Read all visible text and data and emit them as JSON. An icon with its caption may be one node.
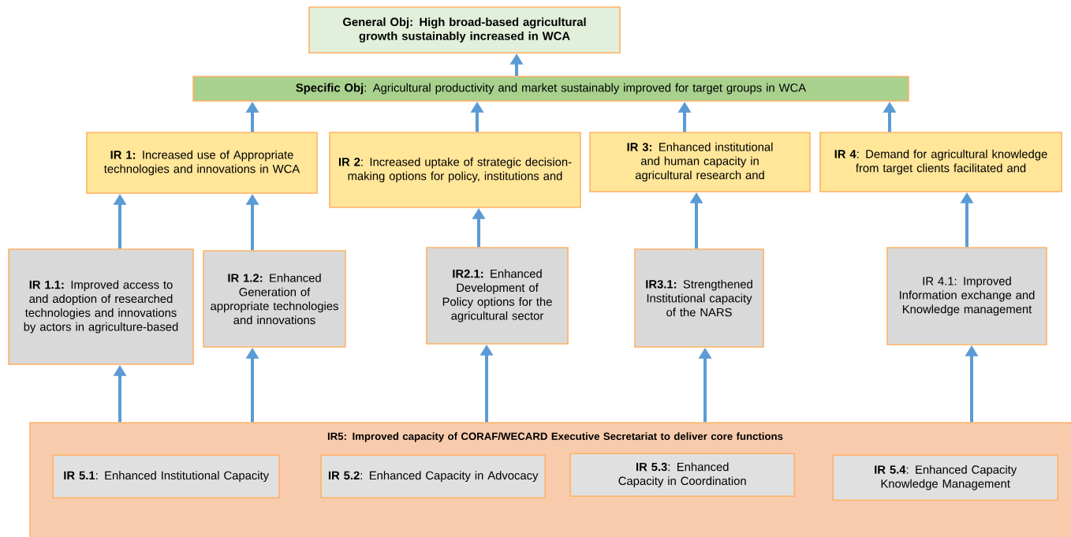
{
  "diagram": {
    "nodes": [
      {
        "text": [
          "General Obj: High broad-based agricultural growth sustainably increased in WCA"
        ]
      },
      {
        "text": [
          "**Specific Obj**: Agricultural productivity and market sustainably improved for target groups in WCA"
        ]
      },
      {
        "text": [
          "**IR 1:** Increased use of Appropriate technologies and innovations in WCA"
        ]
      },
      {
        "text": [
          "**IR 2**: Increased uptake of strategic decision-making options for policy, institutions and"
        ]
      },
      {
        "text": [
          "**IR 3:** Enhanced institutional and human capacity in agricultural research and"
        ]
      },
      {
        "text": [
          "**IR 4**: Demand for agricultural knowledge from target clients facilitated and"
        ]
      },
      {
        "text": [
          "**IR 1.1:** Improved access to and adoption of researched technologies and innovations by actors in agriculture-based"
        ]
      },
      {
        "text": [
          "**IR 1.2:** Enhanced Generation of appropriate technologies and innovations"
        ]
      },
      {
        "text": [
          "**IR2.1:** Enhanced Development of Policy options for the agricultural sector"
        ]
      },
      {
        "text": [
          "**IR3.1:** Strengthened Institutional capacity of the NARS"
        ]
      },
      {
        "text": [
          "IR 4.1: Improved Information exchange and Knowledge management"
        ]
      },
      {
        "text": [
          "IR5: Improved capacity of CORAF/WECARD Executive Secretariat to deliver core functions"
        ]
      },
      {
        "text": [
          "**IR 5.1**: Enhanced Institutional Capacity"
        ],
        "in": 11
      },
      {
        "text": [
          "**IR 5.2**: Enhanced Capacity in Advocacy"
        ],
        "in": 11
      },
      {
        "text": [
          "**IR 5.3**: Enhanced Capacity in Coordination"
        ],
        "in": 11
      },
      {
        "text": [
          "**IR 5.4**: Enhanced Capacity Knowledge Management"
        ],
        "in": 11
      }
    ],
    "edges": [
      {
        "from": 1,
        "to": 0,
        "arrow": "to"
      },
      {
        "from": 2,
        "to": 1,
        "arrow": "to"
      },
      {
        "from": 3,
        "to": 1,
        "arrow": "to"
      },
      {
        "from": 4,
        "to": 1,
        "arrow": "to"
      },
      {
        "from": 5,
        "to": 1,
        "arrow": "to"
      },
      {
        "from": 6,
        "to": 2,
        "arrow": "to"
      },
      {
        "from": 7,
        "to": 2,
        "arrow": "to"
      },
      {
        "from": 8,
        "to": 3,
        "arrow": "to"
      },
      {
        "from": 9,
        "to": 4,
        "arrow": "to"
      },
      {
        "from": 10,
        "to": 5,
        "arrow": "to"
      },
      {
        "from": 11,
        "to": 6,
        "arrow": "to"
      },
      {
        "from": 11,
        "to": 7,
        "arrow": "to"
      },
      {
        "from": 11,
        "to": 8,
        "arrow": "to"
      },
      {
        "from": 11,
        "to": 9,
        "arrow": "to"
      },
      {
        "from": 11,
        "to": 10,
        "arrow": "to"
      }
    ]
  }
}
